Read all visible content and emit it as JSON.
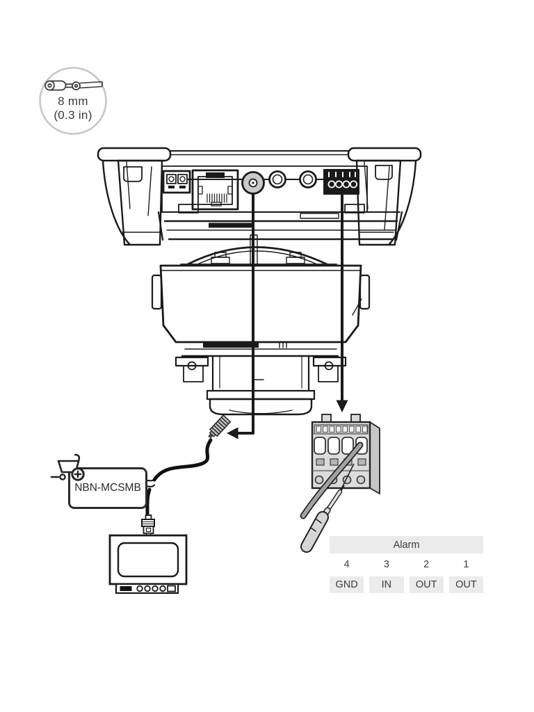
{
  "badge": {
    "size_mm": "8 mm",
    "size_in": "(0.3 in)"
  },
  "accessory": {
    "part_number": "NBN-MCSMB"
  },
  "alarm_table": {
    "title": "Alarm",
    "pin_numbers": [
      "4",
      "3",
      "2",
      "1"
    ],
    "pin_functions": [
      "GND",
      "IN",
      "OUT",
      "OUT"
    ]
  },
  "icons": {
    "badge_icon": "stripped-cable-diameter-icon",
    "cart_icon": "add-to-cart-icon"
  },
  "colors": {
    "line_art": "#1a1a1a",
    "connector_gray": "#c9c9c9",
    "block_gray": "#dcdcdc",
    "wire_gray": "#a3a3a3",
    "table_cell_bg": "#ebebeb",
    "text": "#3a3a3a"
  }
}
